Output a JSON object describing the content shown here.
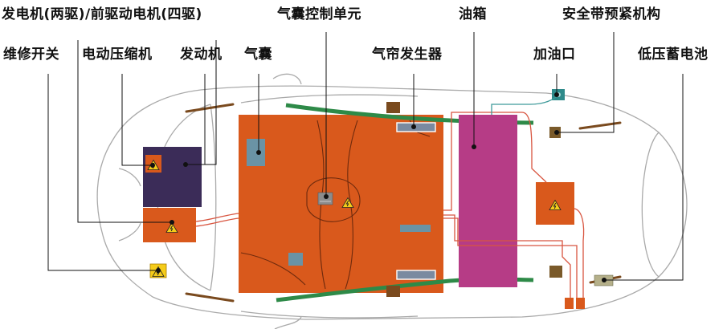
{
  "labels": {
    "generator": "发电机(两驱)/前驱动电机(四驱)",
    "airbag_controller": "气囊控制单元",
    "fuel_tank": "油箱",
    "seatbelt_pretensioner": "安全带预紧机构",
    "service_switch": "维修开关",
    "electric_compressor": "电动压缩机",
    "engine": "发动机",
    "airbag": "气囊",
    "curtain_generator": "气帘发生器",
    "fuel_filler": "加油口",
    "low_voltage_battery": "低压蓄电池"
  },
  "colors": {
    "hv_orange": "#d9591c",
    "engine_purple": "#3b2c58",
    "fuel_magenta": "#b63c86",
    "curtain_green": "#2e8a48",
    "airbag_blue": "#6a93a5",
    "hv_cable_red": "#d85540",
    "fuel_line_teal": "#3e9a9a",
    "warning_yellow": "#f5cc1a",
    "bracket_brown": "#7a4a1e",
    "car_outline_gray": "#aaaaaa"
  }
}
